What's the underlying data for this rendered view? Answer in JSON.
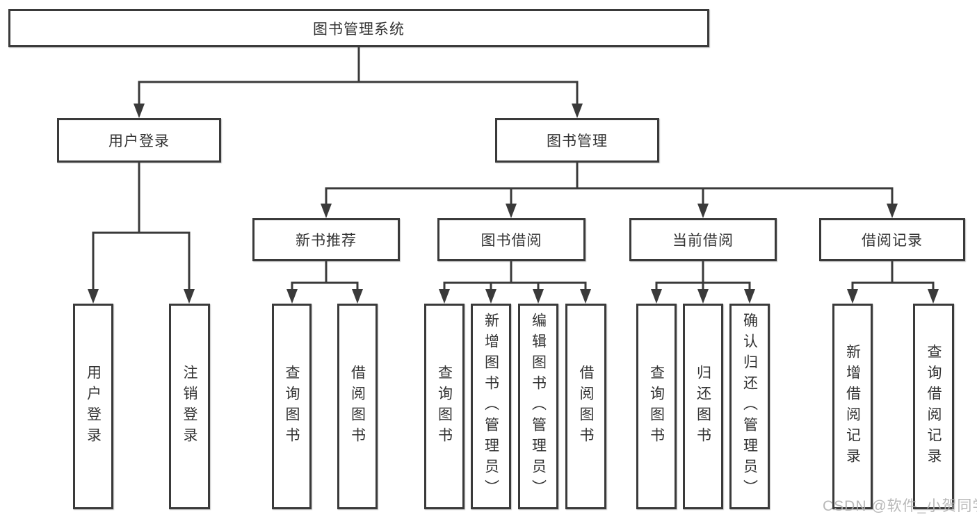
{
  "colors": {
    "line": "#3a3a3a",
    "text": "#333333",
    "box_background": "#ffffff",
    "page_background": "#ffffff",
    "watermark": "#b2b2b2"
  },
  "watermark": "CSDN @软件_小贺同学",
  "tree": {
    "label": "图书管理系统",
    "children": [
      {
        "label": "用户登录",
        "children": [
          {
            "label": "用户登录"
          },
          {
            "label": "注销登录"
          }
        ]
      },
      {
        "label": "图书管理",
        "children": [
          {
            "label": "新书推荐",
            "children": [
              {
                "label": "查询图书"
              },
              {
                "label": "借阅图书"
              }
            ]
          },
          {
            "label": "图书借阅",
            "children": [
              {
                "label": "查询图书"
              },
              {
                "label": "新增图书（管理员）"
              },
              {
                "label": "编辑图书（管理员）"
              },
              {
                "label": "借阅图书"
              }
            ]
          },
          {
            "label": "当前借阅",
            "children": [
              {
                "label": "查询图书"
              },
              {
                "label": "归还图书"
              },
              {
                "label": "确认归还（管理员）"
              }
            ]
          },
          {
            "label": "借阅记录",
            "children": [
              {
                "label": "新增借阅记录"
              },
              {
                "label": "查询借阅记录"
              }
            ]
          }
        ]
      }
    ]
  }
}
